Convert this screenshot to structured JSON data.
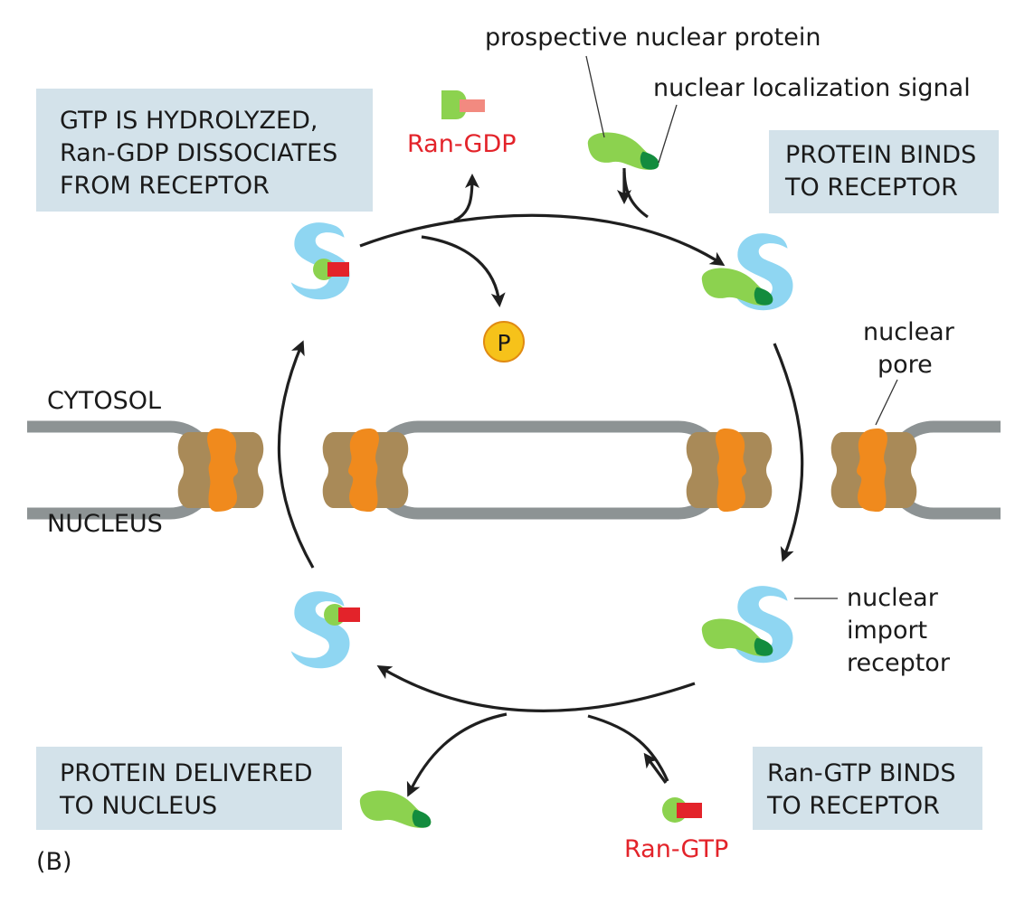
{
  "figure": {
    "panel_label": "(B)",
    "steps": {
      "top_left": [
        "GTP IS HYDROLYZED,",
        "Ran-GDP DISSOCIATES",
        "FROM RECEPTOR"
      ],
      "top_right": [
        "PROTEIN BINDS",
        "TO RECEPTOR"
      ],
      "bottom_left": [
        "PROTEIN DELIVERED",
        "TO NUCLEUS"
      ],
      "bottom_right": [
        "Ran-GTP BINDS",
        "TO RECEPTOR"
      ]
    },
    "compartments": {
      "cytosol": "CYTOSOL",
      "nucleus": "NUCLEUS"
    },
    "labels": {
      "prospective_protein": "prospective nuclear protein",
      "nls": "nuclear localization signal",
      "nuclear_pore": [
        "nuclear",
        "pore"
      ],
      "import_receptor": [
        "nuclear",
        "import",
        "receptor"
      ],
      "ran_gdp": "Ran-GDP",
      "ran_gtp": "Ran-GTP",
      "phosphate": "P"
    },
    "colors": {
      "receptor": "#8fd6f2",
      "cargo": "#8cd24f",
      "nls": "#138c3e",
      "ran_gtp": "#e3232a",
      "ran_gdp": "#f28a80",
      "pore_orange": "#f08a1d",
      "pore_tan": "#a98a58",
      "membrane": "#8d9394",
      "phosphate": "#f6c21a",
      "step_box": "#d3e2ea"
    }
  }
}
